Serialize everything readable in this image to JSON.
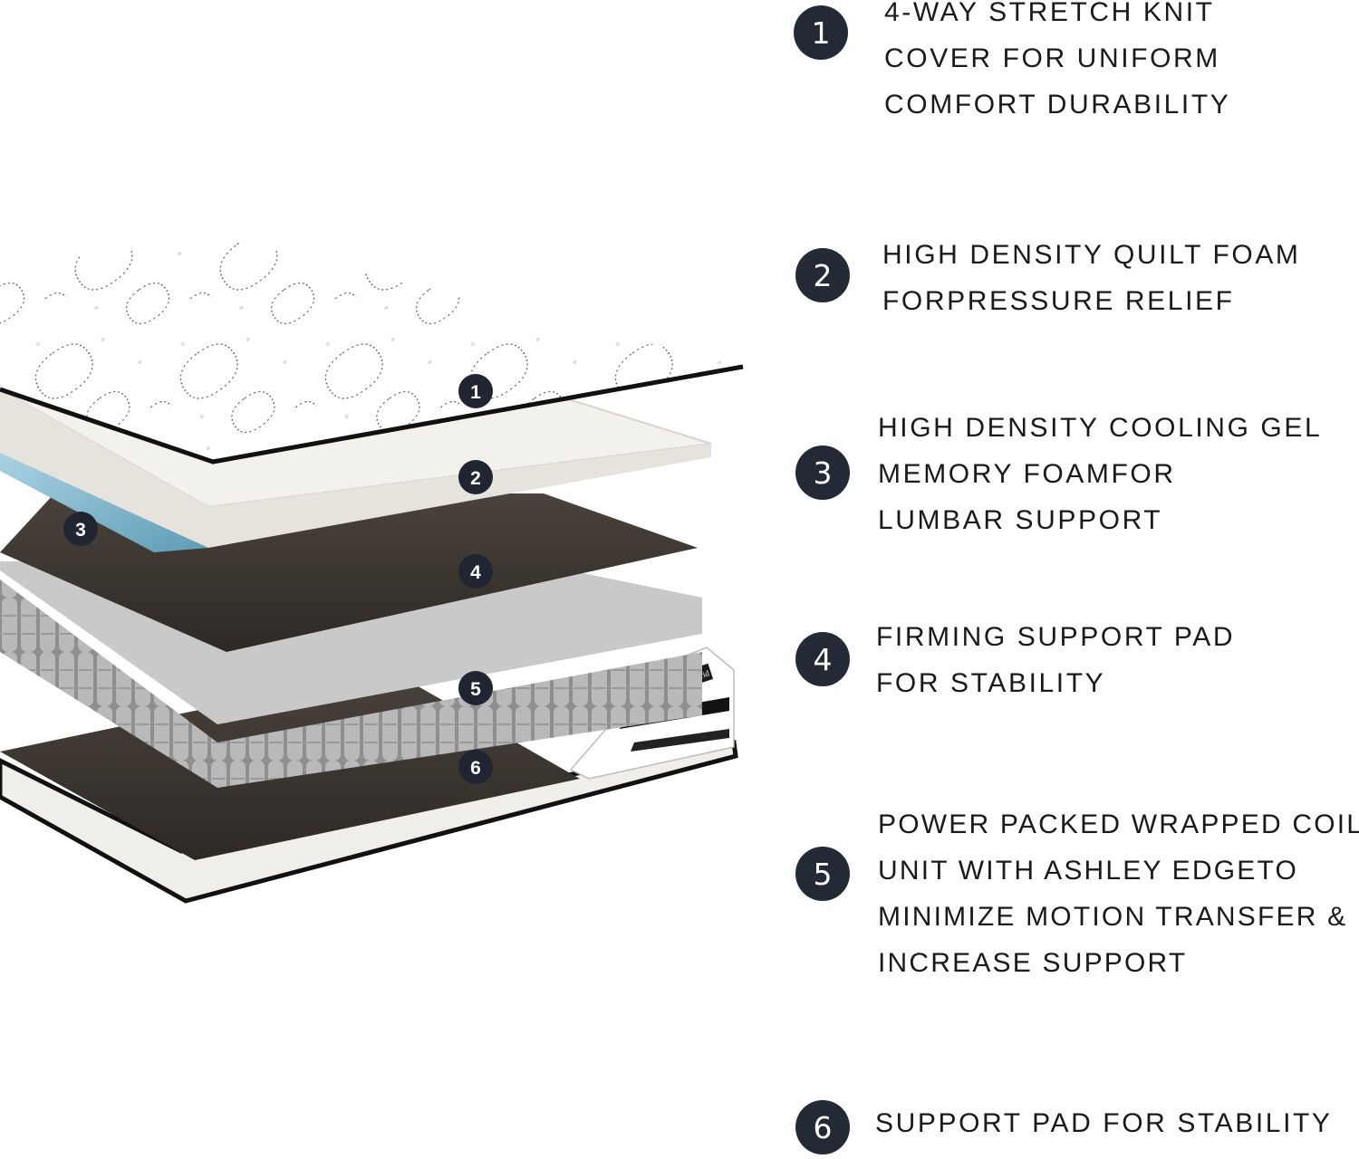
{
  "brand_tag": "Hybrid",
  "diagram_markers": [
    "1",
    "2",
    "3",
    "4",
    "5",
    "6"
  ],
  "features": [
    {
      "number": "1",
      "lines": [
        "4-WAY STRETCH KNIT",
        "COVER FOR UNIFORM",
        "COMFORT DURABILITY"
      ]
    },
    {
      "number": "2",
      "lines": [
        "HIGH DENSITY QUILT FOAM",
        "FORPRESSURE RELIEF"
      ]
    },
    {
      "number": "3",
      "lines": [
        "HIGH DENSITY COOLING GEL",
        "MEMORY FOAMFOR",
        "LUMBAR SUPPORT"
      ]
    },
    {
      "number": "4",
      "lines": [
        "FIRMING SUPPORT PAD",
        "FOR STABILITY"
      ]
    },
    {
      "number": "5",
      "lines": [
        "POWER PACKED WRAPPED COIL",
        "UNIT WITH ASHLEY EDGETO",
        "MINIMIZE MOTION TRANSFER &",
        "INCREASE SUPPORT"
      ]
    },
    {
      "number": "6",
      "lines": [
        "SUPPORT PAD FOR STABILITY"
      ]
    }
  ],
  "colors": {
    "badge": "#232a36",
    "text": "#1a1a1a",
    "gel_foam": "#7bb2c9",
    "support_pad": "#3a342e",
    "coil": "#a8a8a8"
  }
}
